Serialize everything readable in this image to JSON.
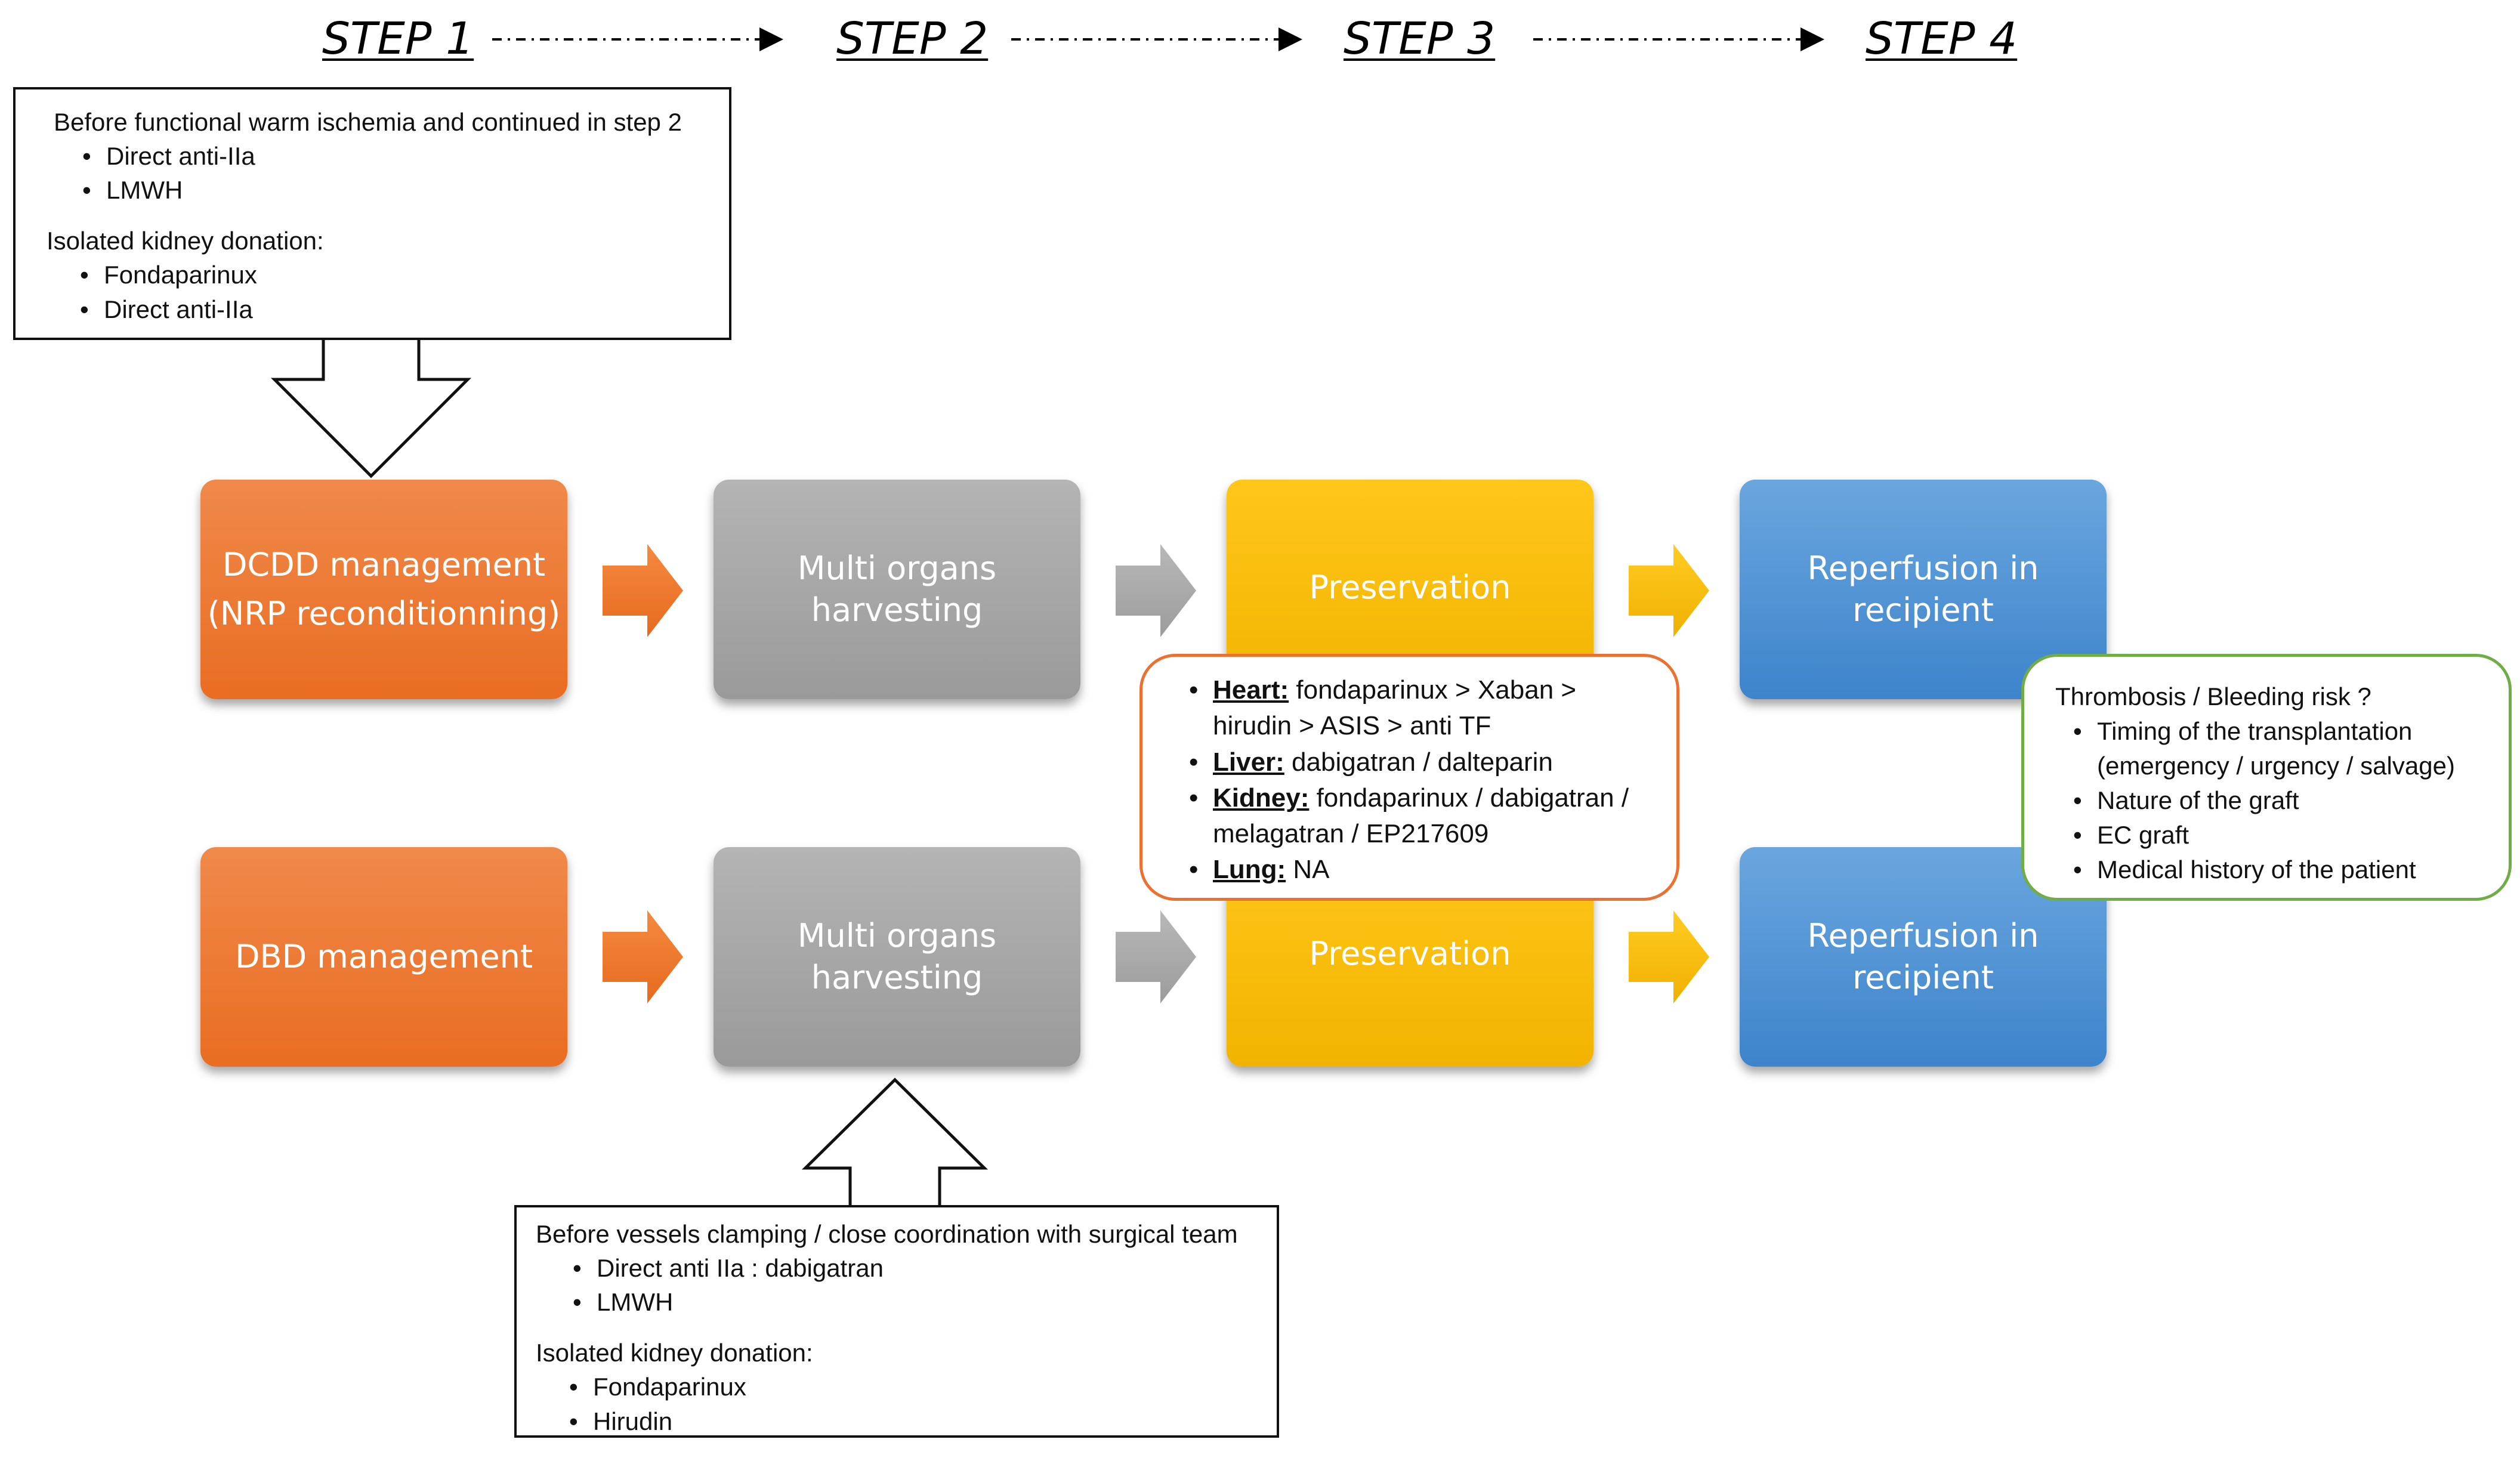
{
  "steps": [
    "STEP 1",
    "STEP 2",
    "STEP 3",
    "STEP 4"
  ],
  "colors": {
    "orange": "#E97132",
    "gray": "#A5A5A5",
    "yellow": "#FFC000",
    "blue": "#4A90D9",
    "green": "#70AD47"
  },
  "rows": [
    {
      "management": [
        "DCDD management",
        "(NRP reconditionning)"
      ],
      "harvesting": [
        "Multi organs",
        "harvesting"
      ],
      "preservation": "Preservation",
      "reperfusion": [
        "Reperfusion in",
        "recipient"
      ]
    },
    {
      "management": [
        "DBD management"
      ],
      "harvesting": [
        "Multi organs",
        "harvesting"
      ],
      "preservation": "Preservation",
      "reperfusion": [
        "Reperfusion in",
        "recipient"
      ]
    }
  ],
  "note_step1": {
    "heading": "Before functional warm ischemia and continued in step 2",
    "items": [
      "Direct anti-IIa",
      "LMWH"
    ],
    "subheading": "Isolated kidney donation:",
    "subitems": [
      "Fondaparinux",
      "Direct anti-IIa"
    ]
  },
  "note_step2": {
    "heading": "Before vessels clamping / close coordination with surgical team",
    "items": [
      "Direct anti IIa : dabigatran",
      "LMWH"
    ],
    "subheading": "Isolated kidney donation:",
    "subitems": [
      "Fondaparinux",
      "Hirudin"
    ]
  },
  "note_step3": {
    "items": [
      {
        "organ": "Heart:",
        "text": " fondaparinux > Xaban > hirudin > ASIS > anti TF"
      },
      {
        "organ": "Liver:",
        "text": " dabigatran / dalteparin"
      },
      {
        "organ": "Kidney:",
        "text": " fondaparinux / dabigatran / melagatran / EP217609"
      },
      {
        "organ": "Lung:",
        "text": " NA"
      }
    ]
  },
  "note_step4": {
    "heading": "Thrombosis / Bleeding risk ?",
    "items": [
      "Timing of the transplantation (emergency / urgency / salvage)",
      "Nature of the graft",
      "EC graft",
      "Medical history of the patient"
    ]
  }
}
